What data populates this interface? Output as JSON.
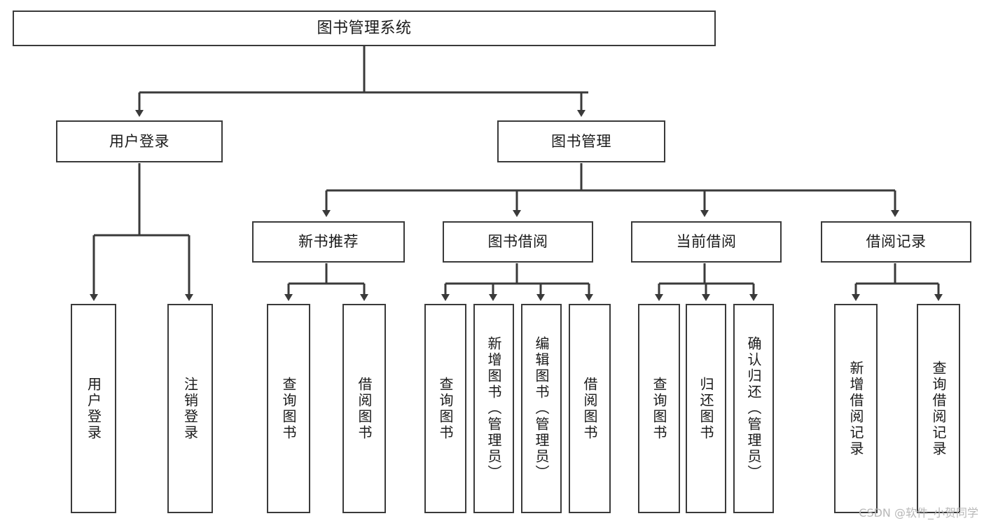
{
  "diagram": {
    "title": "图书管理系统",
    "watermark": "CSDN @软件_小贺同学",
    "colors": {
      "background": "#ffffff",
      "node_border": "#3a3a3a",
      "node_fill": "#ffffff",
      "edge": "#3a3a3a",
      "text": "#1a1a1a",
      "watermark": "#b8b8b8"
    },
    "nodes": {
      "root": {
        "label": "图书管理系统",
        "orientation": "horizontal"
      },
      "level2": [
        {
          "id": "user-login",
          "label": "用户登录",
          "orientation": "horizontal"
        },
        {
          "id": "book-manage",
          "label": "图书管理",
          "orientation": "horizontal"
        }
      ],
      "level3": [
        {
          "id": "new-book-recommend",
          "label": "新书推荐",
          "orientation": "horizontal"
        },
        {
          "id": "book-borrow",
          "label": "图书借阅",
          "orientation": "horizontal"
        },
        {
          "id": "current-borrow",
          "label": "当前借阅",
          "orientation": "horizontal"
        },
        {
          "id": "borrow-record",
          "label": "借阅记录",
          "orientation": "horizontal"
        }
      ],
      "leaves": [
        {
          "id": "leaf-user-login",
          "label": "用户登录",
          "orientation": "vertical",
          "parent": "user-login"
        },
        {
          "id": "leaf-logout",
          "label": "注销登录",
          "orientation": "vertical",
          "parent": "user-login"
        },
        {
          "id": "leaf-query-book-1",
          "label": "查询图书",
          "orientation": "vertical",
          "parent": "new-book-recommend"
        },
        {
          "id": "leaf-borrow-book-1",
          "label": "借阅图书",
          "orientation": "vertical",
          "parent": "new-book-recommend"
        },
        {
          "id": "leaf-query-book-2",
          "label": "查询图书",
          "orientation": "vertical",
          "parent": "book-borrow"
        },
        {
          "id": "leaf-add-book",
          "label": "新增图书（管理员）",
          "orientation": "vertical",
          "parent": "book-borrow"
        },
        {
          "id": "leaf-edit-book",
          "label": "编辑图书（管理员）",
          "orientation": "vertical",
          "parent": "book-borrow"
        },
        {
          "id": "leaf-borrow-book-2",
          "label": "借阅图书",
          "orientation": "vertical",
          "parent": "book-borrow"
        },
        {
          "id": "leaf-query-book-3",
          "label": "查询图书",
          "orientation": "vertical",
          "parent": "current-borrow"
        },
        {
          "id": "leaf-return-book",
          "label": "归还图书",
          "orientation": "vertical",
          "parent": "current-borrow"
        },
        {
          "id": "leaf-confirm-return",
          "label": "确认归还（管理员）",
          "orientation": "vertical",
          "parent": "current-borrow"
        },
        {
          "id": "leaf-add-record",
          "label": "新增借阅记录",
          "orientation": "vertical",
          "parent": "borrow-record"
        },
        {
          "id": "leaf-query-record",
          "label": "查询借阅记录",
          "orientation": "vertical",
          "parent": "borrow-record"
        }
      ]
    }
  }
}
